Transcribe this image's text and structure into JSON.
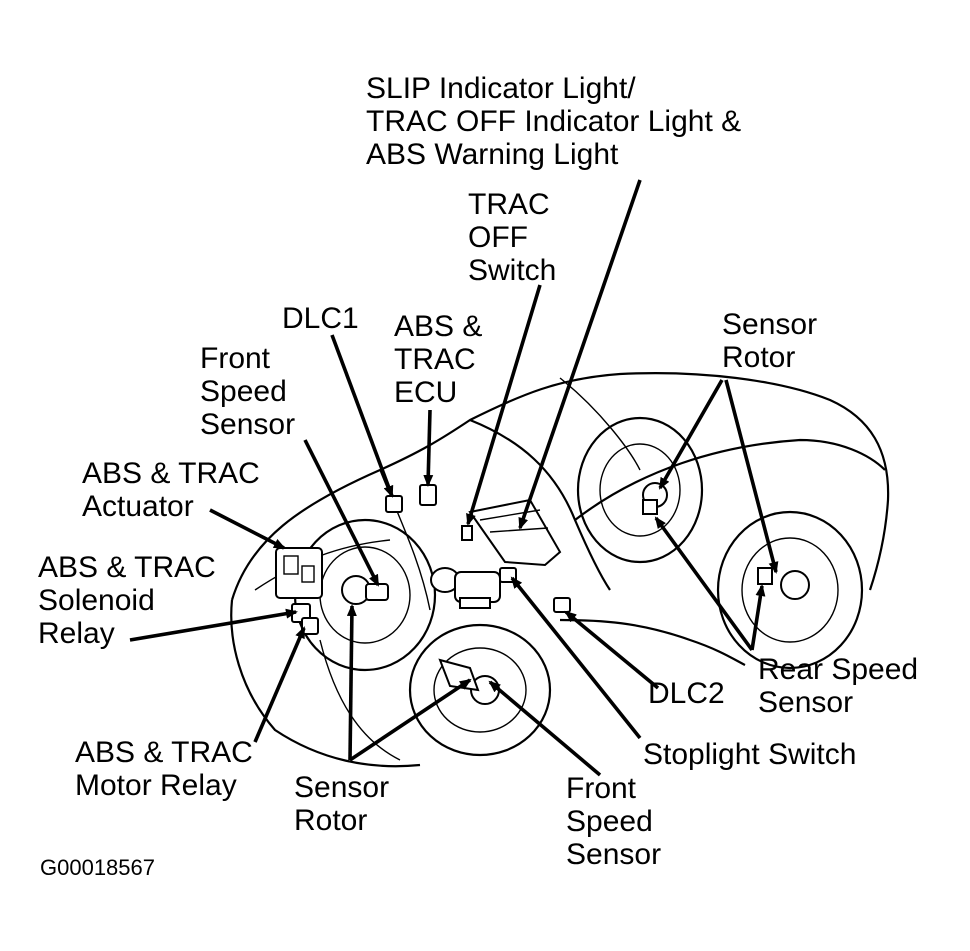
{
  "labels": {
    "slip_indicator": "SLIP Indicator Light/\nTRAC OFF Indicator Light &\nABS Warning Light",
    "trac_off_switch": "TRAC\nOFF\nSwitch",
    "dlc1": "DLC1",
    "abs_trac_ecu": "ABS &\nTRAC\nECU",
    "front_speed_sensor_left": "Front\nSpeed\nSensor",
    "sensor_rotor_rear": "Sensor\nRotor",
    "abs_trac_actuator": "ABS & TRAC\nActuator",
    "abs_trac_solenoid_relay": "ABS & TRAC\nSolenoid\nRelay",
    "abs_trac_motor_relay": "ABS & TRAC\nMotor Relay",
    "sensor_rotor_front": "Sensor\nRotor",
    "front_speed_sensor_bottom": "Front\nSpeed\nSensor",
    "stoplight_switch": "Stoplight Switch",
    "dlc2": "DLC2",
    "rear_speed_sensor": "Rear Speed\nSensor"
  },
  "figure_id": "G00018567"
}
